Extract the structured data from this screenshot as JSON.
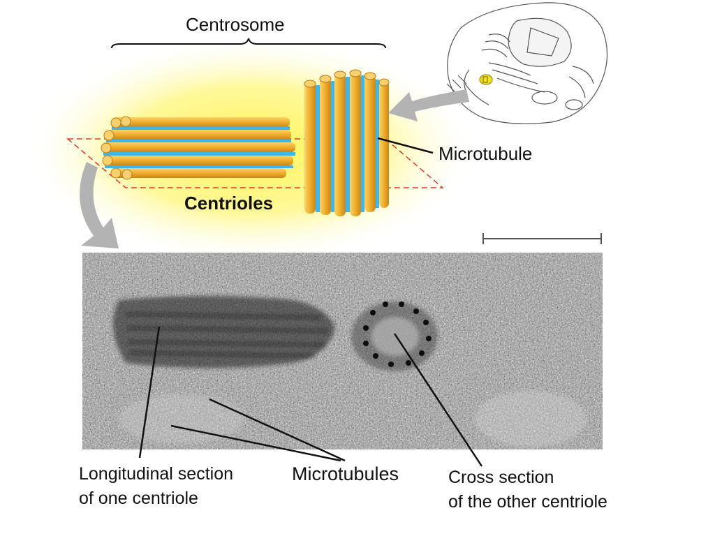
{
  "labels": {
    "centrosome": "Centrosome",
    "microtubule": "Microtubule",
    "centrioles": "Centrioles",
    "longitudinal_line1": "Longitudinal section",
    "longitudinal_line2": "of one centriole",
    "microtubules": "Microtubules",
    "cross_line1": "Cross section",
    "cross_line2": "of the other centriole"
  },
  "colors": {
    "glow": "#fff066",
    "tubule_yellow": "#f2b632",
    "tubule_blue": "#3fb6e6",
    "arrow_gray": "#b3b3b3",
    "plane_dash": "#e23a2a",
    "highlight_centriole": "#f3e31c"
  }
}
